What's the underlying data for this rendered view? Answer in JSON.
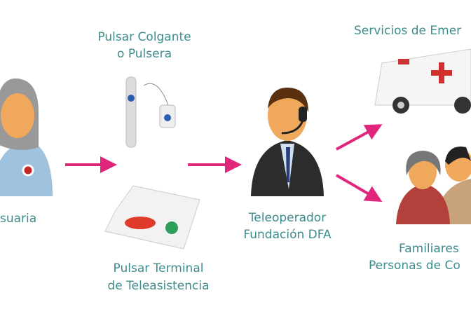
{
  "labels": {
    "user": "suaria",
    "pendant_line1": "Pulsar Colgante",
    "pendant_line2": "o Pulsera",
    "terminal_line1": "Pulsar Terminal",
    "terminal_line2": "de Teleasistencia",
    "operator_line1": "Teleoperador",
    "operator_line2": "Fundación DFA",
    "emergency": "Servicios de Emer",
    "family_line1": "Familiares",
    "family_line2": "Personas de Co"
  },
  "colors": {
    "text": "#3d8c8c",
    "arrow": "#e0267a"
  }
}
